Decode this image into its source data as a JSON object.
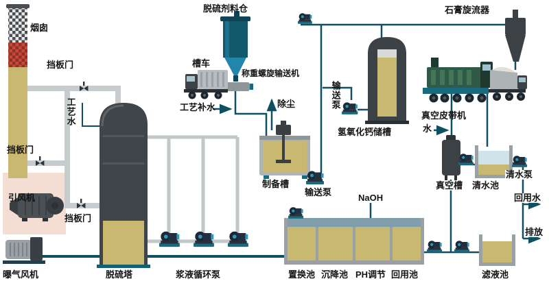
{
  "diagram": {
    "labels": {
      "silo": "脱硫剂料仓",
      "gypsum_cyclone": "石膏旋流器",
      "chimney": "烟囱",
      "damper": "挡板门",
      "tank_truck": "槽车",
      "screw_conveyor": "称重螺旋输送机",
      "process_water": "工艺水",
      "makeup_water": "工艺补水",
      "dedusting": "除尘",
      "transfer_pump": "输送泵",
      "lime_storage_tank": "氢氧化钙储槽",
      "vacuum_belt": "真空皮带机",
      "water": "水",
      "prep_tank": "制备槽",
      "vacuum_tank": "真空槽",
      "clean_water_pool": "清水池",
      "clean_water_pump": "清水泵",
      "id_fan": "引风机",
      "reuse_water": "回用水",
      "naoh": "NaOH",
      "discharge": "排放",
      "aeration_blower": "曝气风机",
      "fgd_tower": "脱硫塔",
      "slurry_pumps": "浆液循环泵",
      "replacement_pool": "置换池",
      "settling_pool": "沉降池",
      "ph_adjust": "PH调节",
      "reuse_pool": "回用池",
      "filtrate_pool": "滤液池"
    },
    "colors": {
      "liquid_tan": "#c9b870",
      "equipment_dark": "#3b4145",
      "pipe_gray": "#c6cbce",
      "line_teal": "#0e4f60",
      "accent_teal": "#1a6a7d",
      "accent_cyan": "#2f98b4",
      "silo_blue": "#2286ac",
      "fan_room_pink": "#f4ded4",
      "pool_band_blue": "#7f9dab",
      "chimney_red": "#c84a3a",
      "belt_green": "#2e5a47"
    }
  }
}
